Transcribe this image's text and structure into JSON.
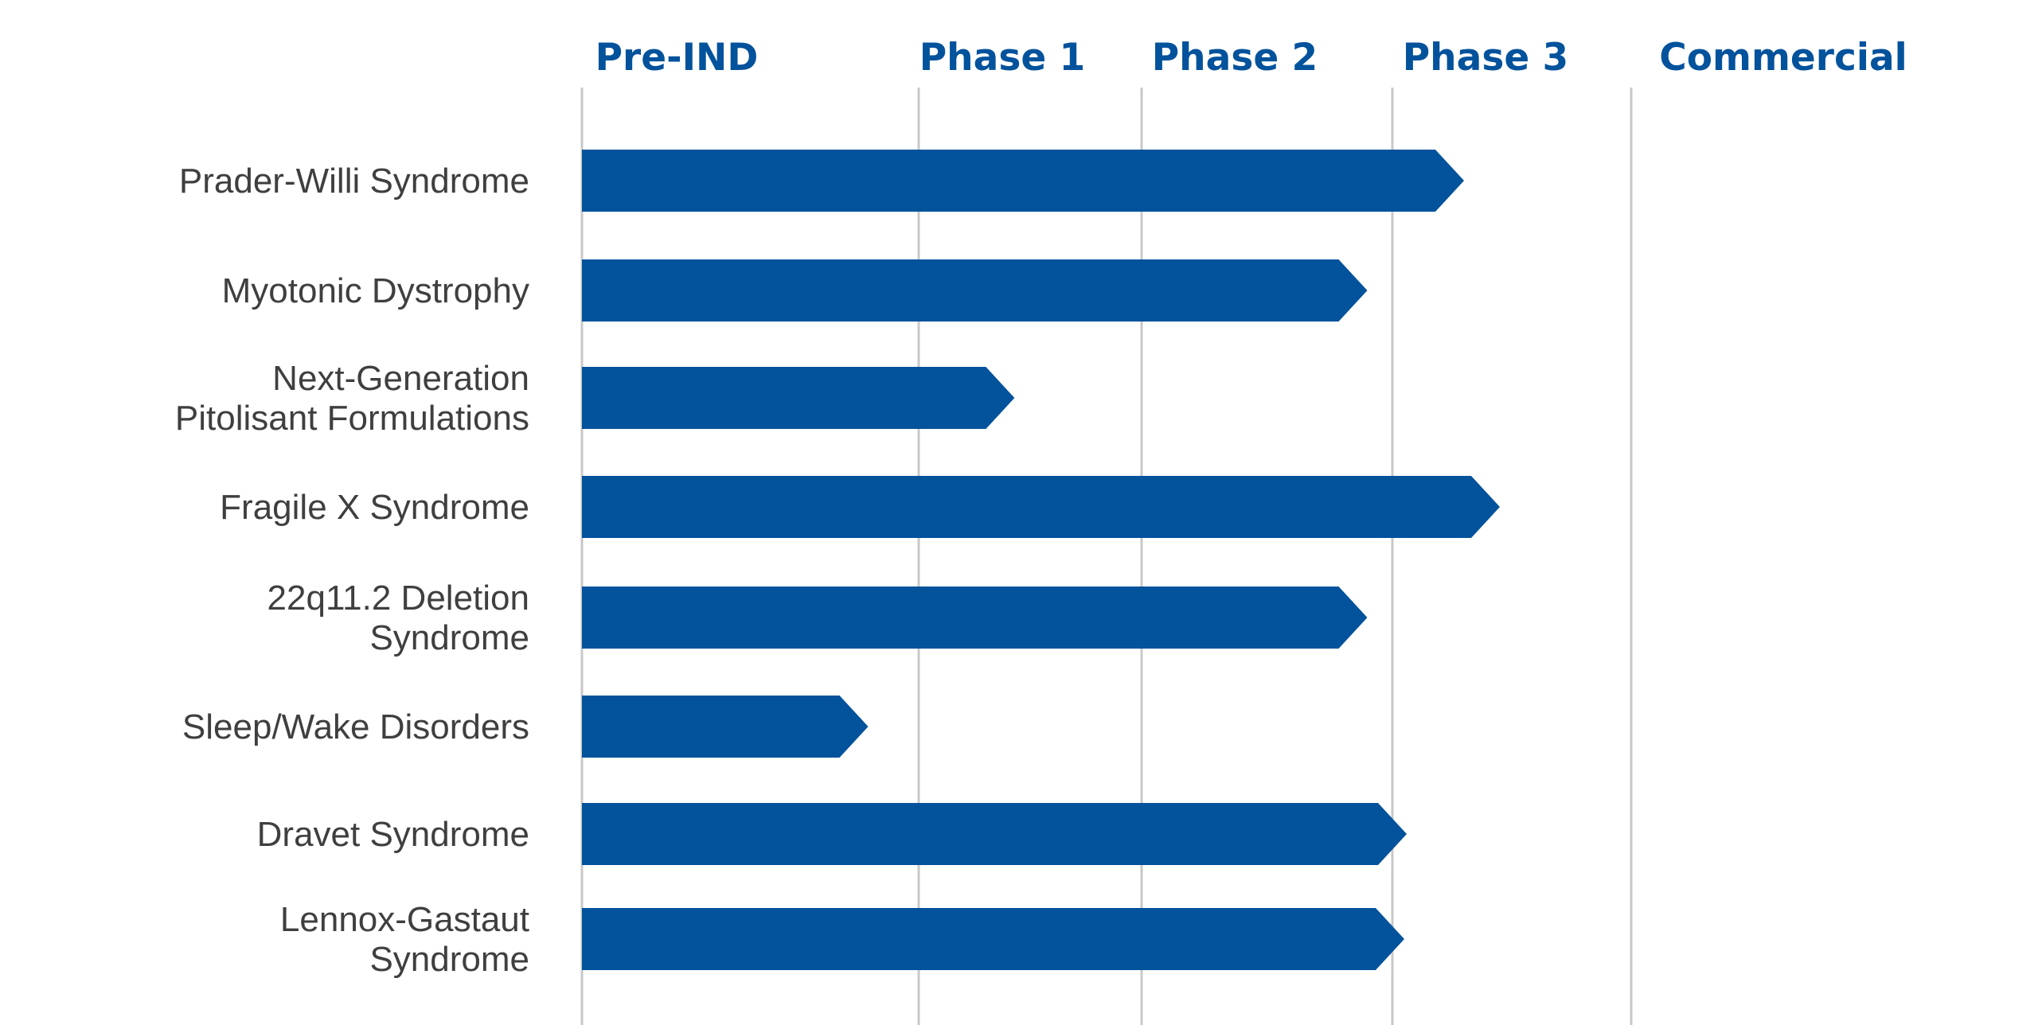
{
  "colors": {
    "bar": "#02529c",
    "phase_text": "#02529c",
    "label_text": "#3f3f3f",
    "gridline": "#c8c8c8"
  },
  "chart_data": {
    "type": "bar",
    "orientation": "horizontal",
    "title": "",
    "phases": [
      "Pre-IND",
      "Phase 1",
      "Phase 2",
      "Phase 3",
      "Commercial"
    ],
    "categories": [
      [
        "Prader-Willi Syndrome"
      ],
      [
        "Myotonic Dystrophy"
      ],
      [
        "Next-Generation",
        "Pitolisant Formulations"
      ],
      [
        "Fragile X Syndrome"
      ],
      [
        "22q11.2 Deletion",
        "Syndrome"
      ],
      [
        "Sleep/Wake Disorders"
      ],
      [
        "Dravet Syndrome"
      ],
      [
        "Lennox-Gastaut",
        "Syndrome"
      ]
    ],
    "values": [
      3.3,
      2.9,
      1.43,
      3.45,
      2.9,
      0.85,
      3.06,
      3.05
    ],
    "value_unit": "phases completed (0 = Pre-IND start, 4 = Commercial start)",
    "xlim": [
      0,
      5
    ],
    "grid": true,
    "legend": "none"
  }
}
